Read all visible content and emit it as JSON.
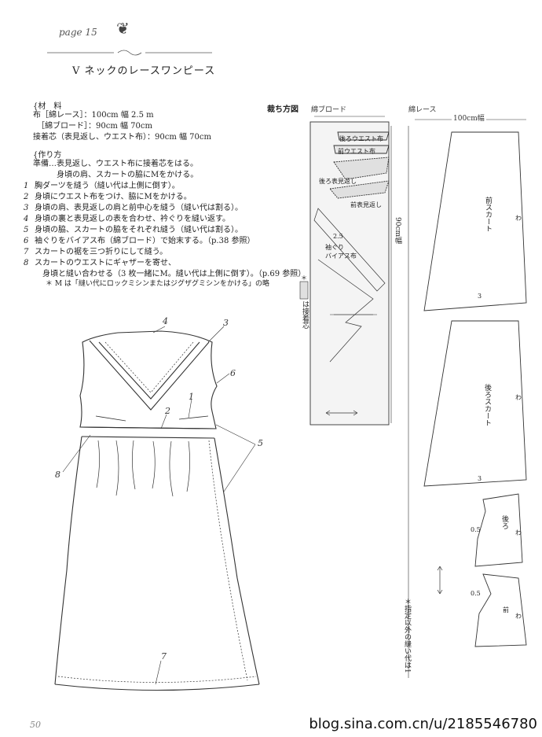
{
  "header": {
    "page_label": "page 15",
    "title": "V ネックのレースワンピース"
  },
  "materials": {
    "heading": "材　料",
    "lines": [
      "布［綿レース］：100cm 幅 2.5 m",
      "　［綿ブロード］：90cm 幅 70cm",
      "接着芯（表見返し、ウエスト布）：90cm 幅 70cm"
    ]
  },
  "steps": {
    "heading": "作り方",
    "prep": [
      "準備…表見返し、ウエスト布に接着芯をはる。",
      "　　　身頃の肩、スカートの脇にMをかける。"
    ],
    "items": [
      {
        "num": "1",
        "text": "胸ダーツを縫う（縫い代は上側に倒す）。"
      },
      {
        "num": "2",
        "text": "身頃にウエスト布をつけ、脇にMをかける。"
      },
      {
        "num": "3",
        "text": "身頃の肩、表見返しの肩と前中心を縫う（縫い代は割る）。"
      },
      {
        "num": "4",
        "text": "身頃の裏と表見返しの表を合わせ、衿ぐりを縫い返す。"
      },
      {
        "num": "5",
        "text": "身頃の脇、スカートの脇をそれぞれ縫う（縫い代は割る）。"
      },
      {
        "num": "6",
        "text": "袖ぐりをバイアス布（綿ブロード）で始末する。（p.38 参照）"
      },
      {
        "num": "7",
        "text": "スカートの裾を三つ折りにして縫う。"
      },
      {
        "num": "8",
        "text": "スカートのウエストにギャザーを寄せ、"
      }
    ],
    "item8_cont": "　身頃と縫い合わせる（3 枚一緒にM。縫い代は上側に倒す）。（p.69 参照）",
    "note": "＊ M は「縫い代にロックミシンまたはジグザグミシンをかける」の略"
  },
  "callouts": [
    "1",
    "2",
    "3",
    "4",
    "5",
    "6",
    "7",
    "8"
  ],
  "cutting": {
    "title": "裁ち方図",
    "fabric1": {
      "name": "綿ブロード",
      "width": "90cm幅",
      "pieces": [
        "後ろウエスト布",
        "前ウエスト布",
        "後ろ表見返し",
        "前表見返し",
        "袖ぐり",
        "バイアス布"
      ],
      "bias_value": "2.5",
      "legend": "は接着芯",
      "legend_mark": "＊"
    },
    "fabric2": {
      "name": "綿レース",
      "width": "100cm幅",
      "pieces": [
        "前スカート",
        "後ろスカート",
        "後ろ",
        "前"
      ],
      "fold": "わ",
      "seam_3": "3",
      "seam_05": "0.5",
      "note": "＊指定以外の縫い代は1"
    }
  },
  "footer": {
    "page_number": "50",
    "watermark": "blog.sina.com.cn/u/2185546780"
  }
}
